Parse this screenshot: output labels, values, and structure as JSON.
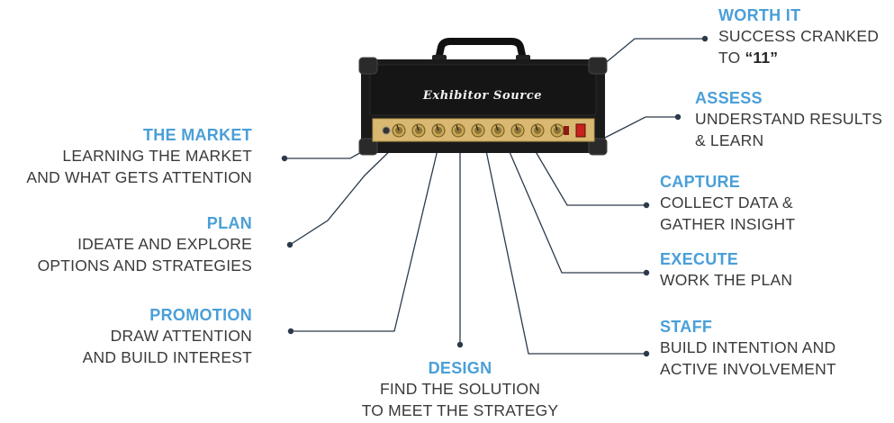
{
  "amp": {
    "brand": "Exhibitor Source"
  },
  "labels": {
    "worth_it": {
      "heading": "WORTH IT",
      "line1": "SUCCESS CRANKED",
      "line2_prefix": "TO ",
      "line2_bold": "“11”"
    },
    "assess": {
      "heading": "ASSESS",
      "line1": "UNDERSTAND RESULTS",
      "line2": "& LEARN"
    },
    "the_market": {
      "heading": "THE MARKET",
      "line1": "LEARNING THE MARKET",
      "line2": "AND WHAT GETS ATTENTION"
    },
    "capture": {
      "heading": "CAPTURE",
      "line1": "COLLECT DATA &",
      "line2": "GATHER INSIGHT"
    },
    "plan": {
      "heading": "PLAN",
      "line1": "IDEATE AND EXPLORE",
      "line2": "OPTIONS AND STRATEGIES"
    },
    "execute": {
      "heading": "EXECUTE",
      "line1": "WORK THE PLAN"
    },
    "promotion": {
      "heading": "PROMOTION",
      "line1": "DRAW ATTENTION",
      "line2": "AND BUILD INTEREST"
    },
    "staff": {
      "heading": "STAFF",
      "line1": "BUILD INTENTION AND",
      "line2": "ACTIVE INVOLVEMENT"
    },
    "design": {
      "heading": "DESIGN",
      "line1": "FIND THE SOLUTION",
      "line2": "TO MEET THE STRATEGY"
    }
  },
  "colors": {
    "heading": "#4a9fd8",
    "body_text": "#3a3a3a",
    "connector": "#2b3a4a",
    "amp_body": "#1a1a1a",
    "amp_panel": "#d9b871",
    "amp_switch": "#c8241c"
  }
}
